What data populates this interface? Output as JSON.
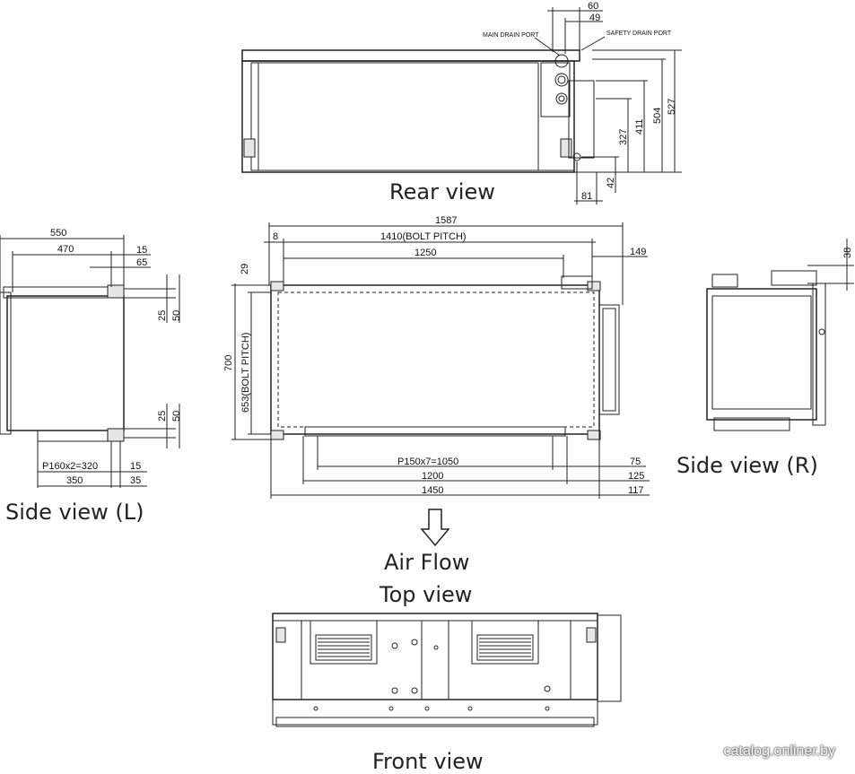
{
  "labels": {
    "rear_view": "Rear view",
    "side_view_l": "Side view (L)",
    "side_view_r": "Side view (R)",
    "air_flow": "Air Flow",
    "top_view": "Top view",
    "front_view": "Front view"
  },
  "callouts": {
    "main_drain_port": "MAIN DRAIN PORT",
    "safety_drain_port": "SAFETY DRAIN PORT"
  },
  "rear_dims": {
    "d60": "60",
    "d49": "49",
    "d527": "527",
    "d504": "504",
    "d411": "411",
    "d327": "327",
    "d42": "42",
    "d81": "81"
  },
  "top_dims": {
    "d1587": "1587",
    "d8": "8",
    "d1410": "1410(BOLT PITCH)",
    "d1250": "1250",
    "d149": "149",
    "d29": "29",
    "d700": "700",
    "d653": "653(BOLT PITCH)",
    "dp150": "P150x7=1050",
    "d75": "75",
    "d1200": "1200",
    "d125": "125",
    "d1450": "1450",
    "d117": "117"
  },
  "side_l_dims": {
    "d550": "550",
    "d470": "470",
    "d15a": "15",
    "d65": "65",
    "d25a": "25",
    "d50a": "50",
    "d25b": "25",
    "d50b": "50",
    "dp160": "P160x2=320",
    "d15b": "15",
    "d350": "350",
    "d35": "35"
  },
  "side_r_dims": {
    "d38": "38"
  },
  "watermark": "catalog.onliner.by"
}
